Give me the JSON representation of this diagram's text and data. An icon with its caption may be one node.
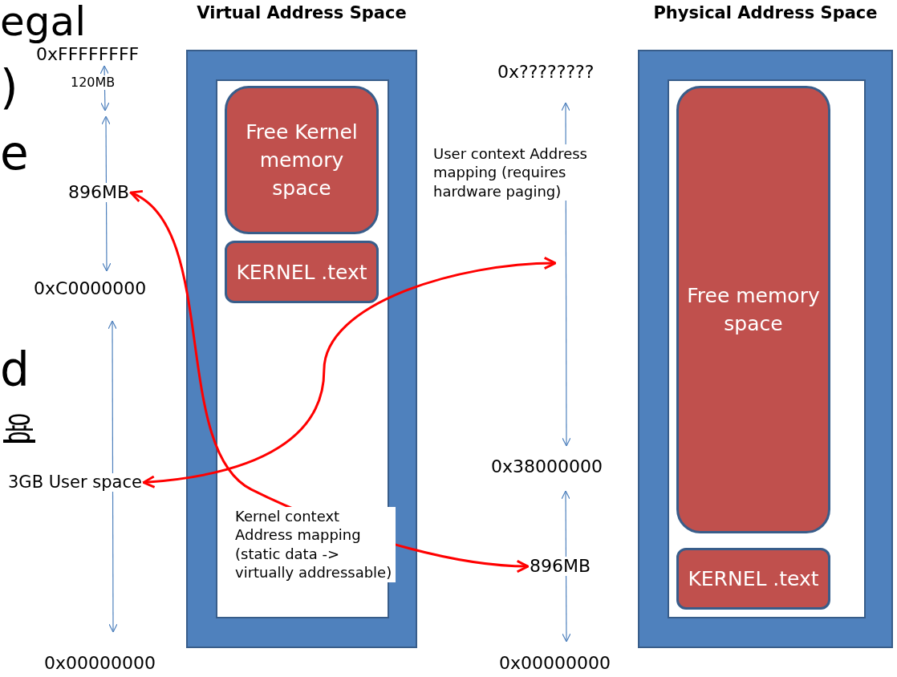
{
  "diagram": {
    "nodes": [
      {
        "text": [
          "Virtual Address Space"
        ]
      },
      {
        "text": [
          "Free Kernel memory space"
        ],
        "in": 0
      },
      {
        "text": [
          "KERNEL .text"
        ],
        "in": 0
      },
      {
        "text": [
          "Physical Address Space"
        ]
      },
      {
        "text": [
          "Free memory space"
        ],
        "in": 3
      },
      {
        "text": [
          "KERNEL .text"
        ],
        "in": 3
      },
      {
        "text": [
          "896MB"
        ]
      },
      {
        "text": [
          "3GB User space"
        ]
      },
      {
        "text": [
          "896MB"
        ]
      }
    ],
    "edges": [
      {
        "from": 6,
        "to": 8,
        "arrow": "both",
        "color": "#ff0000"
      },
      {
        "from": 7,
        "to": null,
        "arrow": "both",
        "color": "#ff0000"
      }
    ],
    "labels": [
      "egal",
      ")",
      "e",
      "d",
      "용",
      "0xFFFFFFFF",
      "120MB",
      "0xC0000000",
      "0x????????",
      "User context Address mapping (requires hardware paging)",
      "0x38000000",
      "Kernel context Address mapping (static data -> virtually addressable)",
      "0x00000000",
      "0x00000000"
    ]
  }
}
